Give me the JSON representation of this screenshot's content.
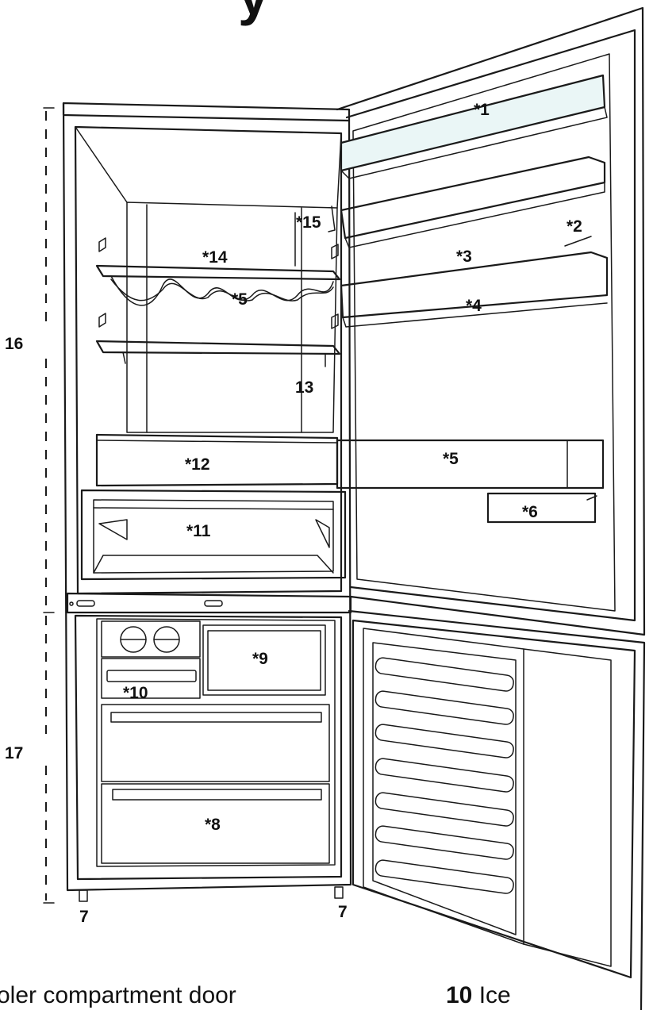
{
  "heading_fragment": "y",
  "labels": {
    "l1": "*1",
    "l2": "*2",
    "l3": "*3",
    "l4": "*4",
    "l5a": "*5",
    "l5b": "*5",
    "l6": "*6",
    "l7a": "7",
    "l7b": "7",
    "l8": "*8",
    "l9": "*9",
    "l10": "*10",
    "l11": "*11",
    "l12": "*12",
    "l13": "13",
    "l14": "*14",
    "l15": "*15",
    "l16": "16",
    "l17": "17"
  },
  "captions": {
    "left": "oler compartment door",
    "right_number": "10",
    "right_text": "Ice"
  }
}
